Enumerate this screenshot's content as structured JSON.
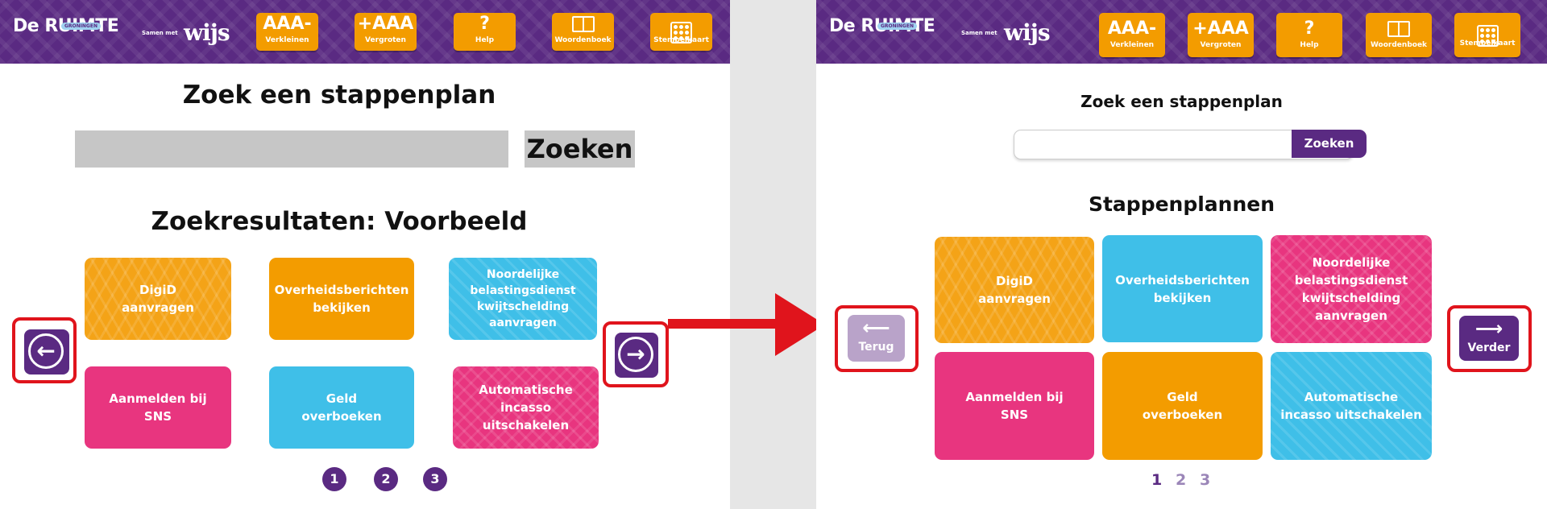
{
  "header": {
    "logo_title": "De RUIMTE",
    "logo_subtitle": "GRONINGEN",
    "logo_badge_text": "GRONINGEN",
    "samen_met": "Samen met",
    "partner": "wijs",
    "buttons": [
      {
        "icon": "AAA-",
        "label": "Verkleinen"
      },
      {
        "icon": "+AAA",
        "label": "Vergroten"
      },
      {
        "icon": "?",
        "label": "Help"
      },
      {
        "icon": "book-icon",
        "label": "Woordenboek"
      },
      {
        "icon": "grid-icon",
        "label": "Stempelkaart"
      }
    ]
  },
  "before": {
    "title": "Zoek een stappenplan",
    "search_placeholder": "",
    "search_button": "Zoeken",
    "results_title": "Zoekresultaten: Voorbeeld",
    "tiles": [
      "DigiD\naanvragen",
      "Overheidsberichten\nbekijken",
      "Noordelijke\nbelastingsdienst\nkwijtschelding\naanvragen",
      "Aanmelden bij\nSNS",
      "Geld\noverboeken",
      "Automatische\nincasso uitschakelen"
    ],
    "prev_arrow": "←",
    "next_arrow": "→",
    "pages": [
      "1",
      "2",
      "3"
    ]
  },
  "after": {
    "title": "Zoek een stappenplan",
    "search_placeholder": "",
    "search_button": "Zoeken",
    "results_title": "Stappenplannen",
    "tiles": [
      "DigiD\naanvragen",
      "Overheidsberichten\nbekijken",
      "Noordelijke\nbelastingsdienst\nkwijtschelding\naanvragen",
      "Aanmelden bij\nSNS",
      "Geld\noverboeken",
      "Automatische\nincasso uitschakelen"
    ],
    "prev_arrow": "⟵",
    "prev_label": "Terug",
    "next_arrow": "⟶",
    "next_label": "Verder",
    "pages": [
      "1",
      "2",
      "3"
    ]
  },
  "colors": {
    "purple": "#5a2a82",
    "orange": "#f39c00",
    "blue": "#3fbfe8",
    "pink": "#e8357f",
    "highlight_red": "#e0141c",
    "disabled_button": "#b9a3c9"
  }
}
